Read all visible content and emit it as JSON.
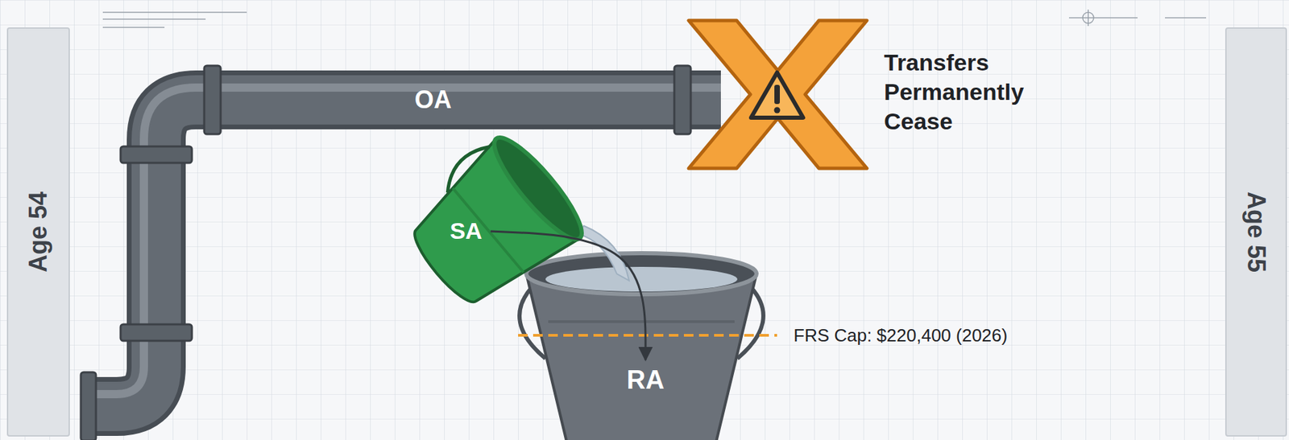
{
  "diagram": {
    "nodes": [
      {
        "text": [
          "Age 54"
        ]
      },
      {
        "text": [
          "OA"
        ]
      },
      {
        "text": [
          "SA"
        ]
      },
      {
        "text": [
          "RA"
        ]
      },
      {
        "text": [
          "Age 55"
        ]
      }
    ],
    "edges": [
      {
        "from": 2,
        "to": 3,
        "arrow": "to"
      }
    ],
    "labels": [
      "Transfers Permanently Cease",
      "FRS Cap: $220,400 (2026)"
    ]
  }
}
